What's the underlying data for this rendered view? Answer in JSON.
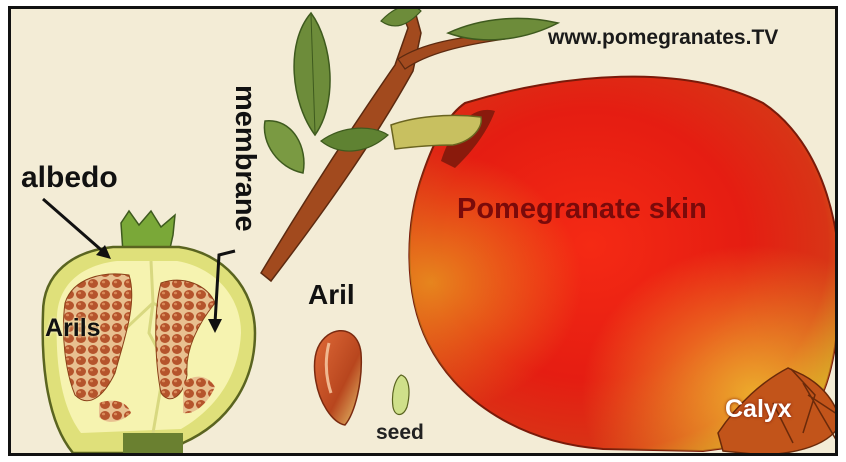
{
  "website": "www.pomegranates.TV",
  "labels": {
    "skin": "Pomegranate skin",
    "calyx": "Calyx",
    "albedo": "albedo",
    "membrane": "membrane",
    "arils": "Arils",
    "aril": "Aril",
    "seed": "seed"
  },
  "colors": {
    "background": "#f3ecd6",
    "fruit_red": "#e01e12",
    "albedo_yellow": "#f4f1a8",
    "aril_brown": "#b4542c",
    "leaf_green": "#6d8c3a",
    "branch": "#a24a1e"
  }
}
